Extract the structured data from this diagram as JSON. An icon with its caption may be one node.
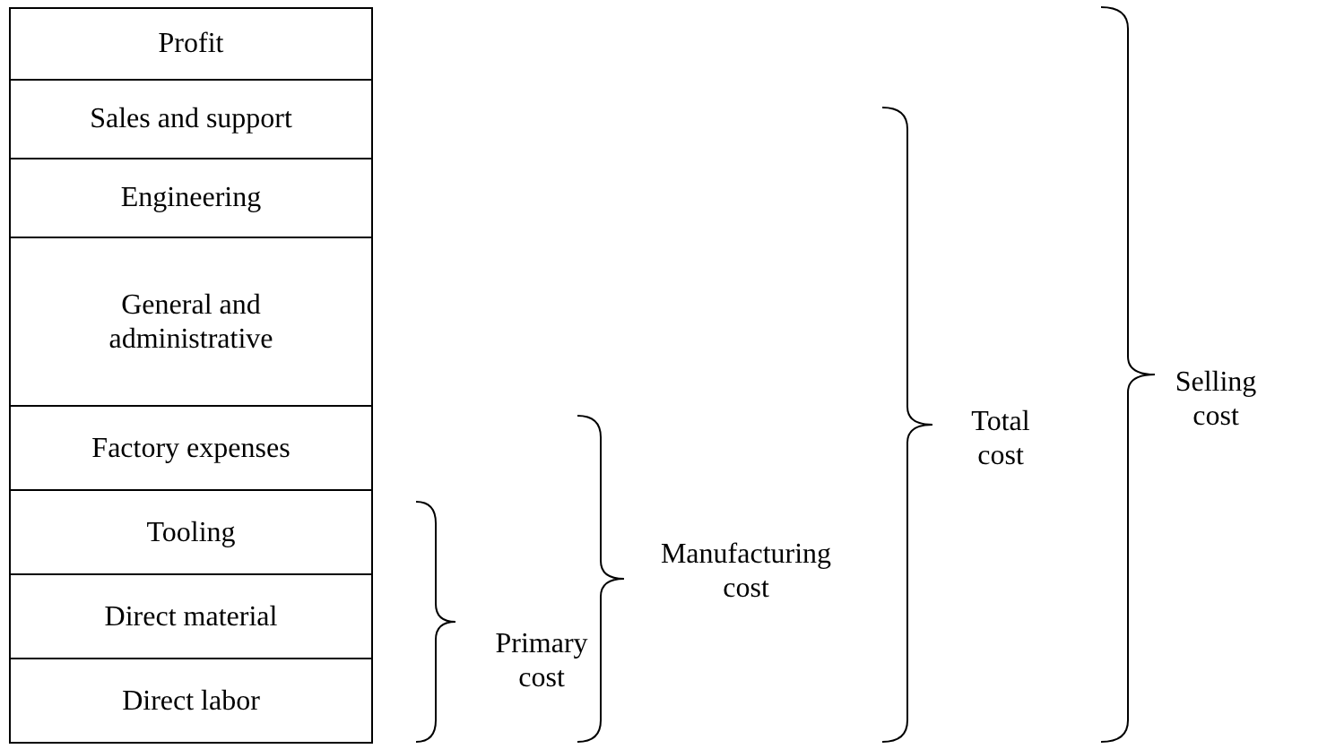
{
  "diagram": {
    "nodes": [
      {
        "text": [
          "Profit"
        ]
      },
      {
        "text": [
          "Sales and support"
        ]
      },
      {
        "text": [
          "Engineering"
        ]
      },
      {
        "text": [
          "General and administrative"
        ]
      },
      {
        "text": [
          "Factory expenses"
        ]
      },
      {
        "text": [
          "Tooling"
        ]
      },
      {
        "text": [
          "Direct material"
        ]
      },
      {
        "text": [
          "Direct labor"
        ]
      }
    ],
    "labels": [
      "Primary cost",
      "Manufacturing cost",
      "Total cost",
      "Selling cost"
    ]
  }
}
